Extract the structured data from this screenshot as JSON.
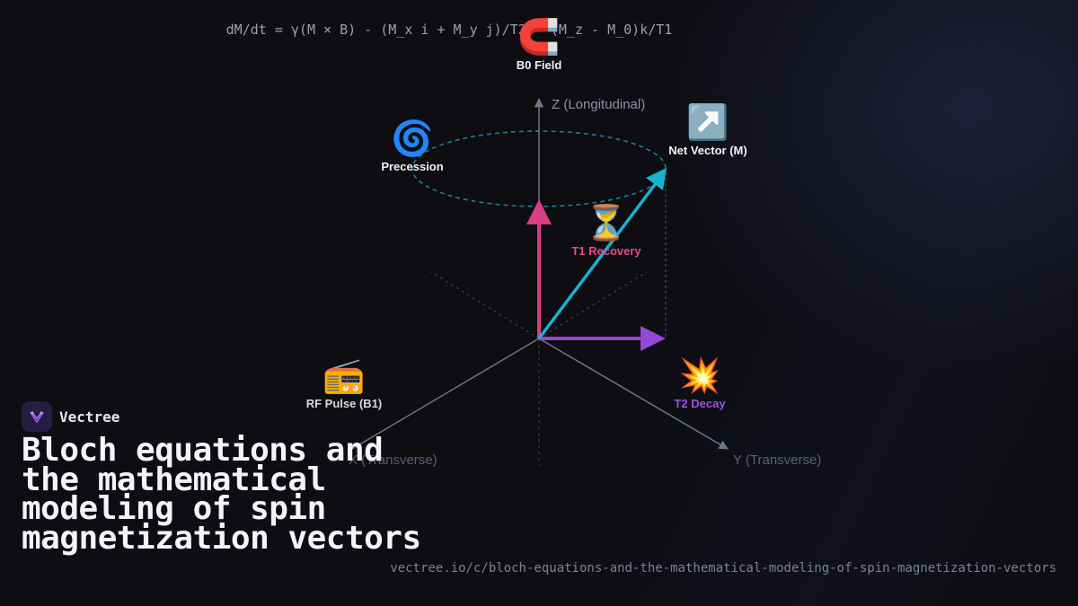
{
  "equation": "dM/dt = γ(M × B) - (M_x i + M_y j)/T2 - (M_z - M_0)k/T1",
  "axes": {
    "z": "Z (Longitudinal)",
    "x": "X (Transverse)",
    "y": "Y (Transverse)"
  },
  "nodes": {
    "b0_field": {
      "emoji": "🧲",
      "label": "B0 Field"
    },
    "precession": {
      "emoji": "🌀",
      "label": "Precession"
    },
    "net_vector": {
      "emoji": "↗️",
      "label": "Net Vector (M)"
    },
    "t1_recovery": {
      "emoji": "⏳",
      "label": "T1 Recovery"
    },
    "rf_pulse": {
      "emoji": "📻",
      "label": "RF Pulse (B1)"
    },
    "t2_decay": {
      "emoji": "💥",
      "label": "T2 Decay"
    }
  },
  "colors": {
    "longitudinal_vector": "#d63f86",
    "net_vector": "#19b3d1",
    "transverse_vector": "#9249d6",
    "t1_label": "#e04d8f",
    "t2_label": "#9b55e0",
    "axis": "#6e7588",
    "precession_path": "#1a7f9b"
  },
  "brand": {
    "name": "Vectree"
  },
  "title": "Bloch equations and the mathematical modeling of spin magnetization vectors",
  "url": "vectree.io/c/bloch-equations-and-the-mathematical-modeling-of-spin-magnetization-vectors"
}
